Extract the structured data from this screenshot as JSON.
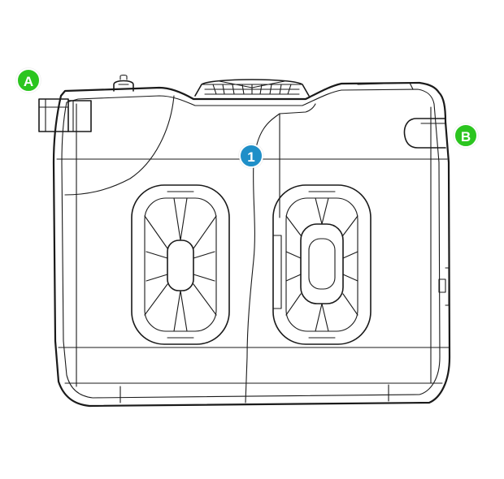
{
  "callouts": {
    "a": {
      "label": "A",
      "color": "#2bc51f"
    },
    "b": {
      "label": "B",
      "color": "#2bc51f"
    },
    "one": {
      "label": "1",
      "color": "#1f8fc8"
    }
  }
}
